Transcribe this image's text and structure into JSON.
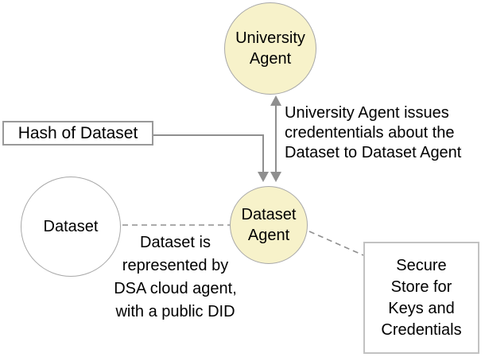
{
  "nodes": {
    "university_agent": {
      "label": "University\nAgent"
    },
    "dataset_agent": {
      "label": "Dataset\nAgent"
    },
    "dataset": {
      "label": "Dataset"
    },
    "hash_of_dataset": {
      "label": "Hash of Dataset"
    },
    "secure_store": {
      "label": "Secure\nStore for\nKeys and\nCredentials"
    }
  },
  "annotations": {
    "credential_issue": "University Agent issues\ncredententials about the\nDataset to Dataset Agent",
    "dataset_representation": "Dataset is\nrepresented by\nDSA cloud agent,\nwith a public DID"
  },
  "colors": {
    "background": "#ffffff",
    "agent_fill": "#f7f2ca",
    "plain_fill": "#ffffff",
    "node_border": "#a8a8a8",
    "connector": "#8f8f8f",
    "hash_box_border": "#999999",
    "store_box_border": "#c2c2c2",
    "text": "#000000"
  }
}
